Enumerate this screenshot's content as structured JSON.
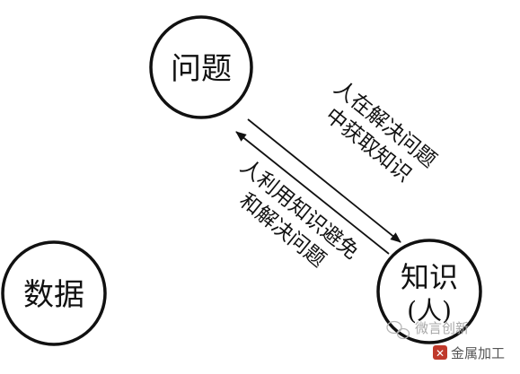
{
  "nodes": {
    "problem": {
      "label": "问题"
    },
    "data": {
      "label": "数据"
    },
    "knowledge": {
      "label": "知识",
      "sublabel": "(人)"
    }
  },
  "edges": {
    "problem_to_knowledge": {
      "line1": "人在解决问题",
      "line2": "中获取知识"
    },
    "knowledge_to_problem": {
      "line1": "人利用知识避免",
      "line2": "和解决问题"
    }
  },
  "watermark": {
    "line1": "微言创新",
    "line2": "金属加工"
  }
}
